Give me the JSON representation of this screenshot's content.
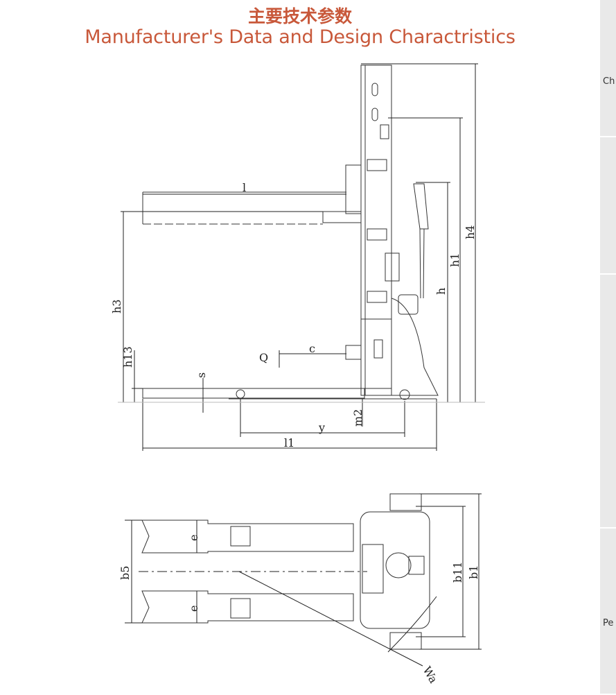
{
  "heading": {
    "chinese": "主要技术参数",
    "english": "Manufacturer's Data and Design Charactristics"
  },
  "side_view_labels": {
    "l": "l",
    "h3": "h3",
    "h13": "h13",
    "s": "s",
    "Q": "Q",
    "c": "c",
    "h": "h",
    "h1": "h1",
    "h4": "h4",
    "m2": "m2",
    "y": "y",
    "l1": "l1"
  },
  "top_view_labels": {
    "b5": "b5",
    "e_top": "e",
    "e_bottom": "e",
    "b11": "b11",
    "b1": "b1",
    "Wa": "Wa"
  },
  "sidebar": {
    "panel1_text": "Ch",
    "panel4_text": "Pe"
  },
  "colors": {
    "accent": "#c8583a",
    "line": "#222222",
    "sidebar": "#e9e9e9"
  }
}
